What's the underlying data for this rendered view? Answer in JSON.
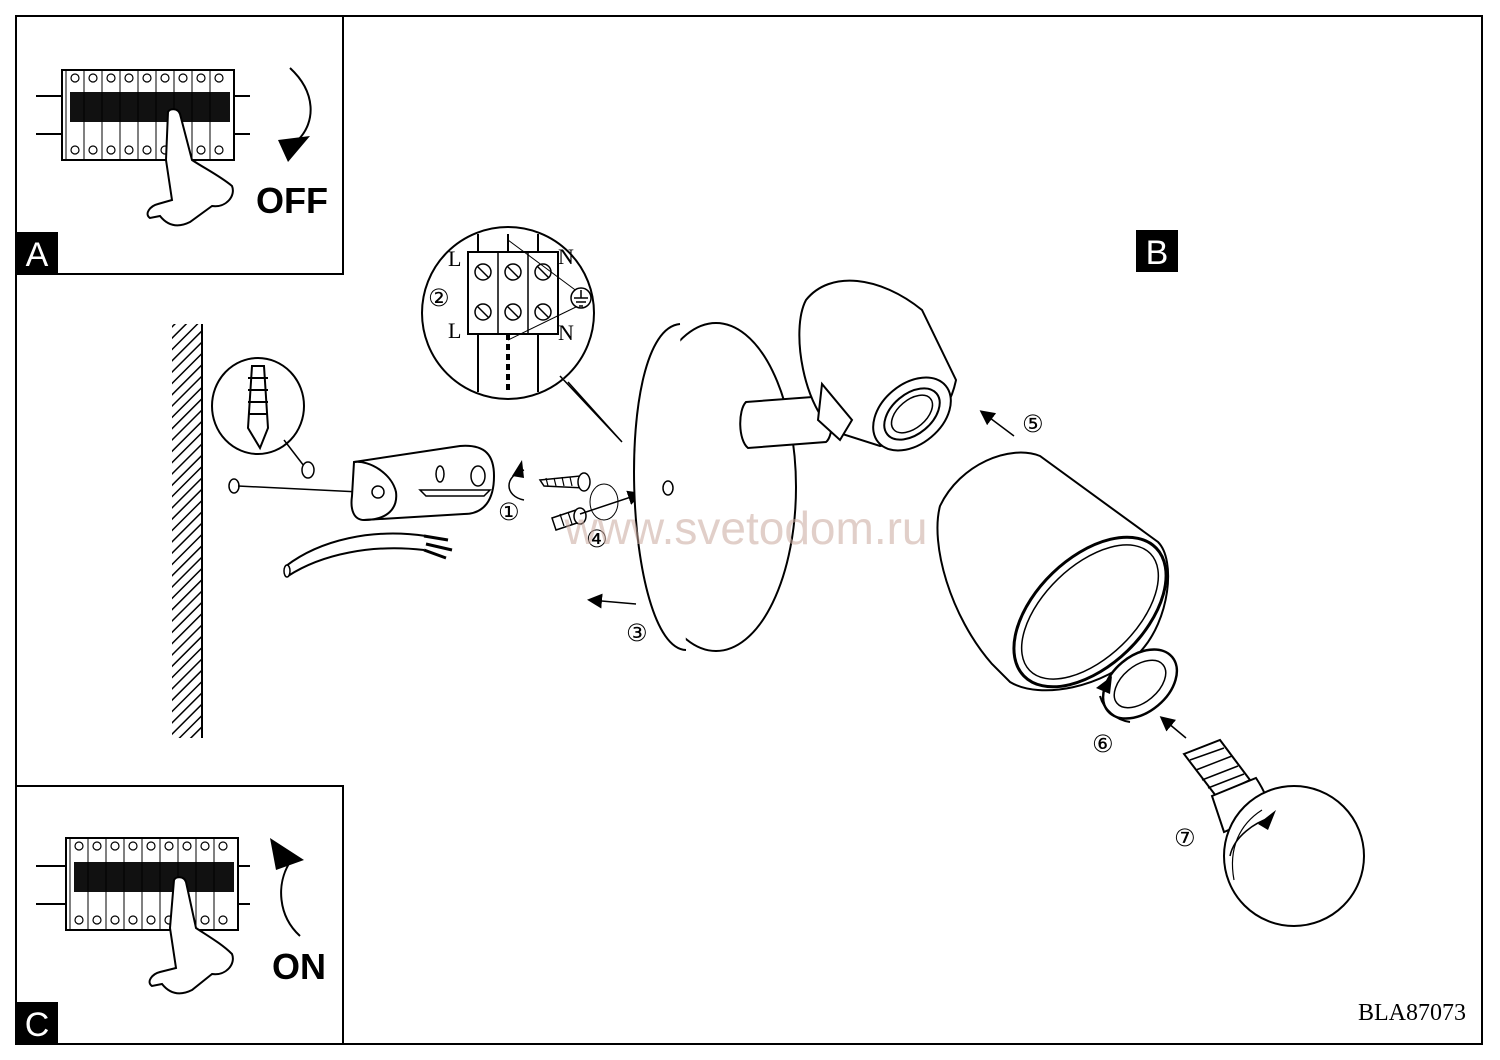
{
  "panels": {
    "a": {
      "letter": "A",
      "status": "OFF"
    },
    "b": {
      "letter": "B"
    },
    "c": {
      "letter": "C",
      "status": "ON"
    }
  },
  "terminal": {
    "live_top": "L",
    "neutral_top": "N",
    "live_bottom": "L",
    "neutral_bottom": "N",
    "earth_icon": "earth-ground-icon"
  },
  "steps": [
    "①",
    "②",
    "③",
    "④",
    "⑤",
    "⑥",
    "⑦"
  ],
  "watermark": "www.svetodom.ru",
  "document_code": "BLA87073"
}
